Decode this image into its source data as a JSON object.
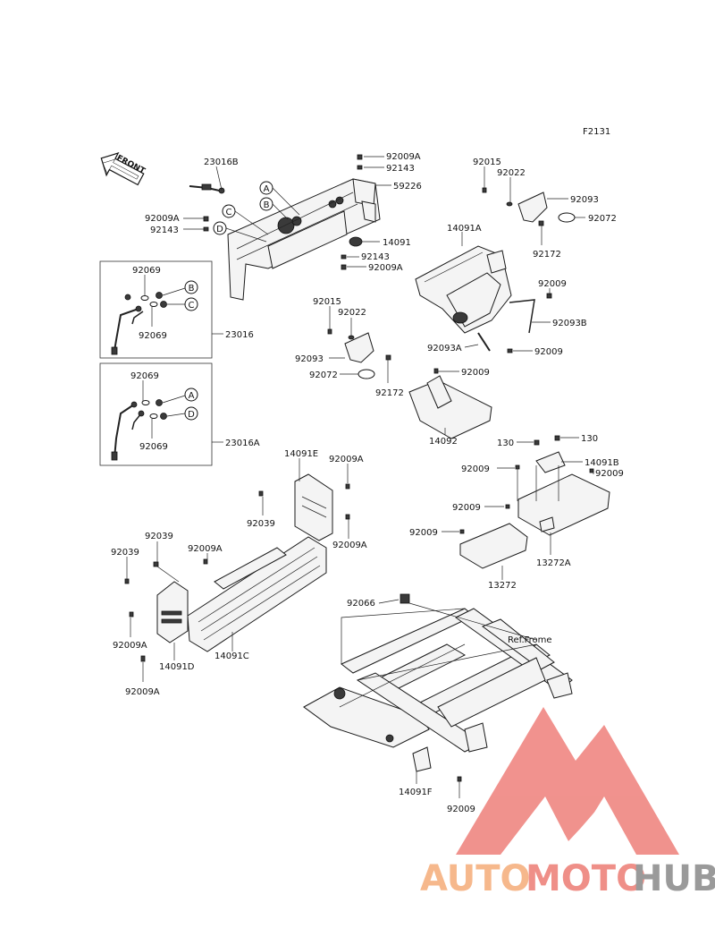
{
  "figure_code": "F2131",
  "front_label": "FRONT",
  "ref_label": "Ref.Frome",
  "callouts": [
    "A",
    "B",
    "C",
    "D"
  ],
  "part_labels": {
    "p23016B": "23016B",
    "p92009A_1": "92009A",
    "p92143_1": "92143",
    "p59226": "59226",
    "p92009A_2": "92009A",
    "p92143_2": "92143",
    "p14091": "14091",
    "p92143_3": "92143",
    "p92009A_3": "92009A",
    "p92015_1": "92015",
    "p92022_1": "92022",
    "p92093_1": "92093",
    "p92072_1": "92072",
    "p92172_1": "92172",
    "p14091A": "14091A",
    "p92009_1": "92009",
    "p92093B": "92093B",
    "p92093A": "92093A",
    "p92009_2": "92009",
    "p92069_1": "92069",
    "p92069_2": "92069",
    "p23016": "23016",
    "p92015_2": "92015",
    "p92022_2": "92022",
    "p92093_2": "92093",
    "p92072_2": "92072",
    "p92172_2": "92172",
    "p92069_3": "92069",
    "p92069_4": "92069",
    "p23016A": "23016A",
    "p92009_3": "92009",
    "p14092": "14092",
    "p130_1": "130",
    "p130_2": "130",
    "p14091B": "14091B",
    "p92009_4": "92009",
    "p92009_5": "92009",
    "p92009_6": "92009",
    "p92009_7": "92009",
    "p13272A": "13272A",
    "p13272": "13272",
    "p14091E": "14091E",
    "p92009A_4": "92009A",
    "p92039_1": "92039",
    "p92009A_5": "92009A",
    "p92039_2": "92039",
    "p92039_3": "92039",
    "p92009A_6": "92009A",
    "p92009A_7": "92009A",
    "p14091D": "14091D",
    "p14091C": "14091C",
    "p92009A_8": "92009A",
    "p92066": "92066",
    "p14091F": "14091F",
    "p92009_8": "92009"
  },
  "watermark": {
    "part1": "AUTO",
    "part2": "MOTO",
    "part3": "HUB",
    "color1": "#f6b88c",
    "color2": "#ef8f88",
    "color3": "#9a9a9a",
    "logo_color": "#ee7f7a"
  }
}
